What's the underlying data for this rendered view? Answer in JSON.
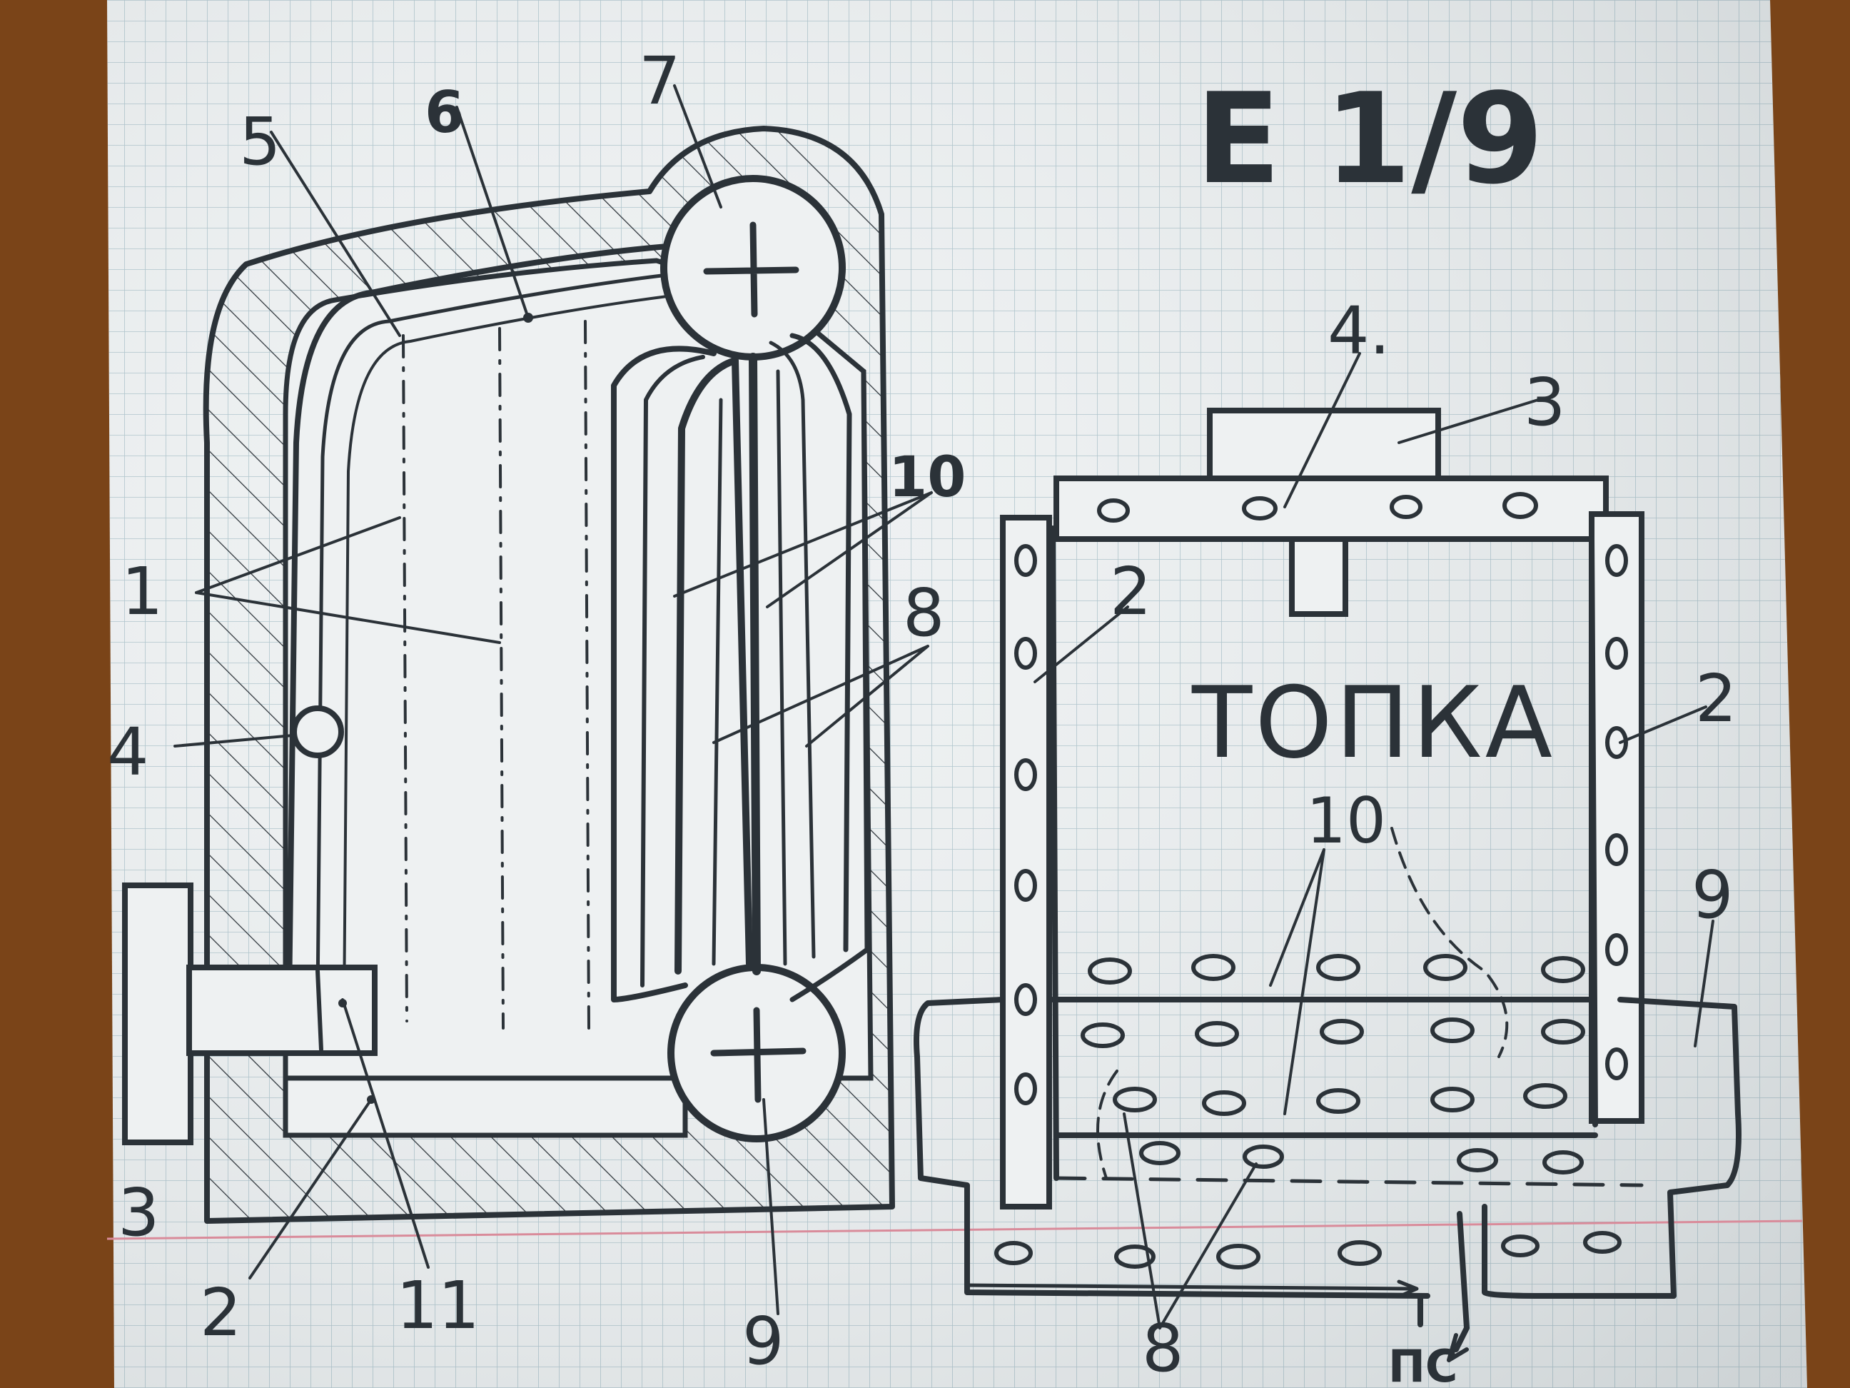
{
  "title": "E 1/9",
  "furnace_label": "ТОПКА",
  "flue_label": "ПС",
  "left_view": {
    "callouts": [
      "1",
      "2",
      "3",
      "4",
      "5",
      "6",
      "7",
      "8",
      "9",
      "10",
      "11"
    ]
  },
  "right_view": {
    "callouts": [
      "2",
      "2",
      "3",
      "4.",
      "8",
      "9",
      "10"
    ]
  },
  "colors": {
    "paper": "#eef1f2",
    "grid": "#aec4cc",
    "ink": "#2b3238",
    "margin_line": "#d98b9a",
    "desk": "#7a4418"
  }
}
